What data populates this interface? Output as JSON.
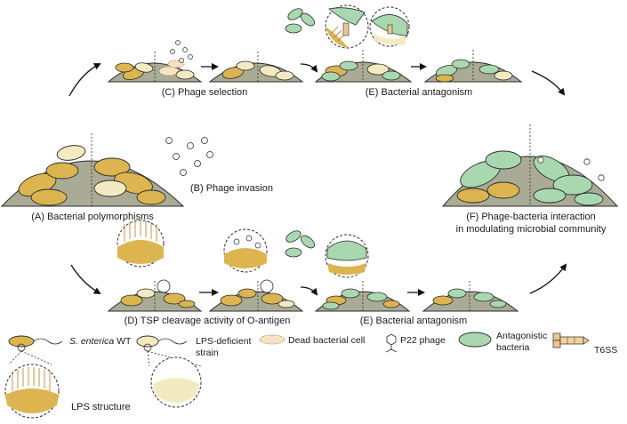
{
  "labels": {
    "a": "(A) Bacterial polymorphisms",
    "b": "(B) Phage invasion",
    "c": "(C) Phage selection",
    "d": "(D) TSP cleavage activity of O-antigen",
    "e_top": "(E) Bacterial antagonism",
    "e_bottom": "(E) Bacterial antagonism",
    "f_line1": "(F) Phage-bacteria interaction",
    "f_line2": "in modulating microbial community"
  },
  "legend": {
    "wt_species": "S. enterica",
    "wt_suffix": "WT",
    "lps_def_line1": "LPS-deficient",
    "lps_def_line2": "strain",
    "dead": "Dead bacterial cell",
    "phage": "P22 phage",
    "antag_line1": "Antagonistic",
    "antag_line2": "bacteria",
    "t6ss": "T6SS",
    "lps_structure": "LPS structure"
  },
  "colors": {
    "mound": "#a9ab95",
    "wt_cell": "#dcb450",
    "lps_deficient_cell": "#f4eac2",
    "antagonistic_cell": "#a9d8b0",
    "dead_cell": "#f7e3c4",
    "outline": "#2c2c2c"
  }
}
